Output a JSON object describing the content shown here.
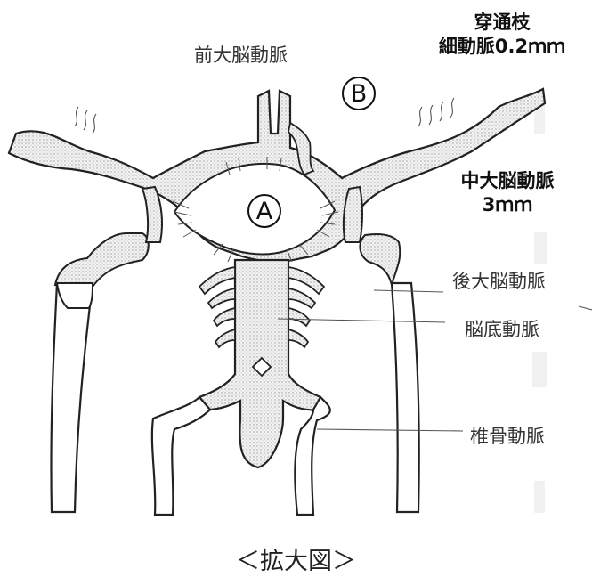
{
  "labels": {
    "anterior_cerebral": "前大脳動脈",
    "perforator_title": "穿通枝",
    "perforator_size": "細動脈0.2ｍｍ",
    "middle_cerebral": "中大脳動脈",
    "middle_cerebral_size": "3ｍｍ",
    "posterior_cerebral": "後大脳動脈",
    "basilar": "脳底動脈",
    "vertebral": "椎骨動脈"
  },
  "markers": {
    "a": "A",
    "b": "B"
  },
  "caption": "＜拡大図＞"
}
